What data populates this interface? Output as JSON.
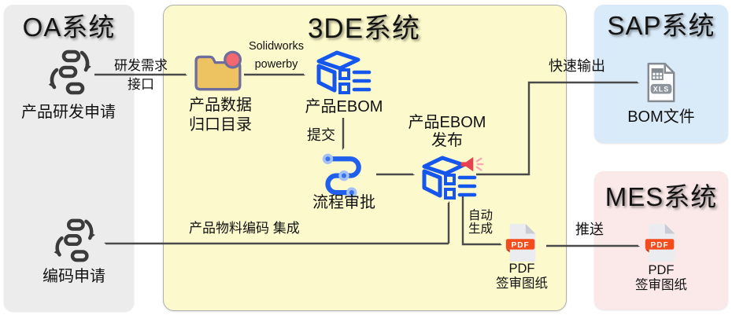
{
  "panels": {
    "oa": {
      "title": "OA系统"
    },
    "de": {
      "title": "3DE系统"
    },
    "sap": {
      "title": "SAP系统"
    },
    "mes": {
      "title": "MES系统"
    }
  },
  "nodes": {
    "rd_request": {
      "label": "产品研发申请",
      "icon": "sync-flow-icon"
    },
    "code_request": {
      "label": "编码申请",
      "icon": "sync-flow-icon"
    },
    "data_folder": {
      "line1": "产品数据",
      "line2": "归口目录",
      "icon": "folder-icon"
    },
    "ebom": {
      "label": "产品EBOM",
      "icon": "cube-bom-icon"
    },
    "flow_approval": {
      "label": "流程审批",
      "icon": "workflow-icon"
    },
    "ebom_release": {
      "line1": "产品EBOM",
      "line2": "发布",
      "icon": "cube-bom-megaphone-icon"
    },
    "pdf_drawing_3de": {
      "badge": "PDF",
      "line1": "PDF",
      "line2": "签审图纸",
      "icon": "pdf-file-icon"
    },
    "bom_file": {
      "badge": "XLS",
      "label": "BOM文件",
      "icon": "xls-file-icon"
    },
    "pdf_drawing_mes": {
      "badge": "PDF",
      "line1": "PDF",
      "line2": "签审图纸",
      "icon": "pdf-file-icon"
    }
  },
  "connectors": {
    "rd_interface": {
      "line1": "研发需求",
      "line2": "接口"
    },
    "solidworks": {
      "line1": "Solidworks",
      "line2": "powerby"
    },
    "submit": {
      "label": "提交"
    },
    "fast_output": {
      "label": "快速输出"
    },
    "auto_generate": {
      "line1": "自动",
      "line2": "生成"
    },
    "push": {
      "label": "推送"
    },
    "material_code": {
      "label": "产品物料编码 集成"
    }
  },
  "colors": {
    "oa_panel_bg": "#ececec",
    "de_panel_bg": "#fcf9cc",
    "sap_panel_bg": "#d9eaf8",
    "mes_panel_bg": "#fbe9e9",
    "blue_icon": "#1557ec",
    "workflow_node_fill": "#a4c2f7",
    "red_megaphone": "#e8404e",
    "pink_sound_waves": "#f7a6b6",
    "pdf_ribbon": "#f44d1d",
    "folder_fill": "#ecc360",
    "folder_stroke": "#6e6d9d",
    "folder_dot": "#f2686e",
    "file_gray": "#868d94",
    "dark_icon_gray": "#3b3b3b",
    "arrow_gray": "#4a4a4a"
  }
}
